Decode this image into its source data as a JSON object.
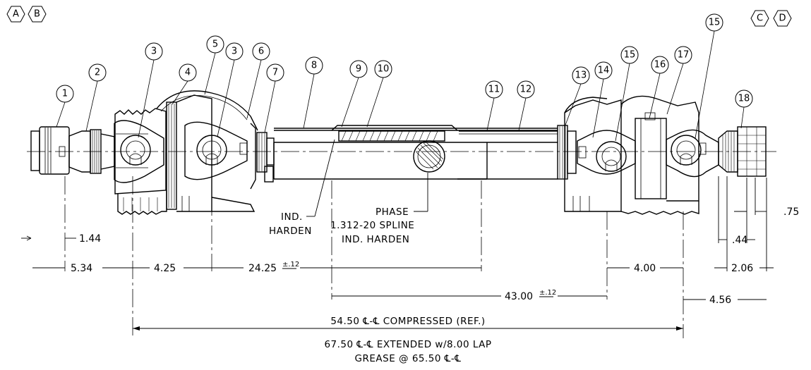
{
  "hex_tags_left": [
    "A",
    "B"
  ],
  "hex_tags_right": [
    "C",
    "D"
  ],
  "balloons": [
    "1",
    "2",
    "3",
    "4",
    "5",
    "3",
    "6",
    "7",
    "8",
    "9",
    "10",
    "11",
    "12",
    "13",
    "14",
    "15",
    "16",
    "17",
    "15",
    "18"
  ],
  "callouts": {
    "ind_harden_1": "IND.",
    "ind_harden_2": "HARDEN",
    "phase": "PHASE",
    "spline_1": "1.312-20 SPLINE",
    "spline_2": "IND. HARDEN"
  },
  "dimensions": {
    "d_1_44": "1.44",
    "d_5_34": "5.34",
    "d_4_25": "4.25",
    "d_24_25": "24.25",
    "d_24_25_tol": "±.12",
    "d_43_00": "43.00",
    "d_43_00_tol": "±.12",
    "d_4_00": "4.00",
    "d_4_56": "4.56",
    "d_75": ".75",
    "d_44": ".44",
    "d_2_06": "2.06"
  },
  "notes": {
    "compressed": "54.50 ℄-℄ COMPRESSED (REF.)",
    "extended": "67.50 ℄-℄ EXTENDED w/8.00 LAP",
    "grease": "GREASE @ 65.50 ℄-℄"
  }
}
